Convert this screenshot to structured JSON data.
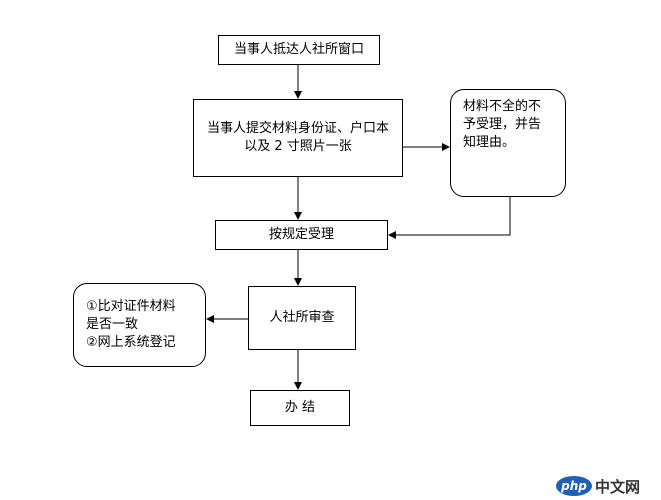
{
  "flowchart": {
    "arrive": "当事人抵达人社所窗口",
    "submit": {
      "line1": "当事人提交材料身份证、户口本",
      "line2": "以及 2 寸照片一张"
    },
    "reject": {
      "line1": "材料不全的不",
      "line2": "予受理，并告",
      "line3": "知理由。"
    },
    "accept": "按规定受理",
    "review": "人社所审查",
    "check": {
      "line1": "①比对证件材料",
      "line2": "是否一致",
      "line3": "②网上系统登记"
    },
    "done": "办 结"
  },
  "watermark": {
    "badge": "php",
    "text": "中文网"
  },
  "colors": {
    "stroke": "#000000",
    "watermark_badge": "#1f5fb5"
  }
}
